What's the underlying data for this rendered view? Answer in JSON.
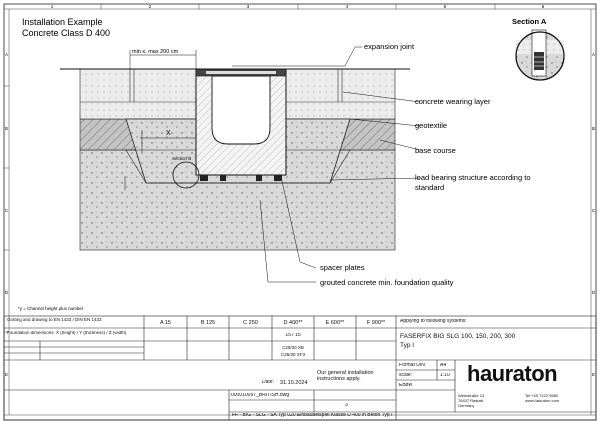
{
  "title": {
    "line1": "Installation Example",
    "line2": "Concrete Class D 400"
  },
  "section_label": "Section A",
  "grid": {
    "top": [
      "1",
      "2",
      "3",
      "4",
      "5",
      "6"
    ],
    "side": [
      "A",
      "B",
      "C",
      "D",
      "E"
    ]
  },
  "dimensions": {
    "top_gap": "min x, max 200 cm",
    "x_mark": "X",
    "detail": "Section B"
  },
  "callouts": [
    {
      "text": "expansion joint"
    },
    {
      "text": "concrete wearing layer"
    },
    {
      "text": "geotextile"
    },
    {
      "text": "base course"
    },
    {
      "text": "load bearing structure according to"
    },
    {
      "text": "standard"
    },
    {
      "text": "spacer plates"
    },
    {
      "text": "grouted concrete min. foundation quality"
    }
  ],
  "footnote": "*y = Channel height plus number",
  "load_classes": [
    "A 15",
    "B 125",
    "C 250",
    "D 400**",
    "E 600**",
    "F 900**"
  ],
  "title_block": {
    "row1_label": "Grating and drawing to EN 1433 / DIN EN 1433",
    "row2_label": "Foundation dimensions: X (height) / Y (thickness) / Z (width)",
    "d400_value": "15 / 15",
    "c_value": "C25/30 XB",
    "c_value2": "C25/30 XF3",
    "applying_label": "Applying to following systems:",
    "systems": "FASERFIX BIG SLG  100, 150, 200, 300",
    "type": "Typ I",
    "disclaimer": "Our general installation instructions apply.",
    "drawing_no": "000010057_BRITISH.dwg",
    "date_label": "Date:",
    "date": "31.10.2024",
    "format_label": "Format DIN",
    "format": "A4",
    "scale_label": "scale:",
    "scale": "1:10",
    "rev": "3",
    "id": "EB8w",
    "footer_line": "FF - BIG - SLG - SA Typ 020 Einbaubeispiel Klasse D 400 in Beton Typ I",
    "brand": "hauraton",
    "address1": "Werkstraße 13",
    "address2": "76437 Rastatt",
    "address3": "Germany",
    "phone": "Tel +49 7222 9580",
    "web": "www.hauraton.com"
  }
}
